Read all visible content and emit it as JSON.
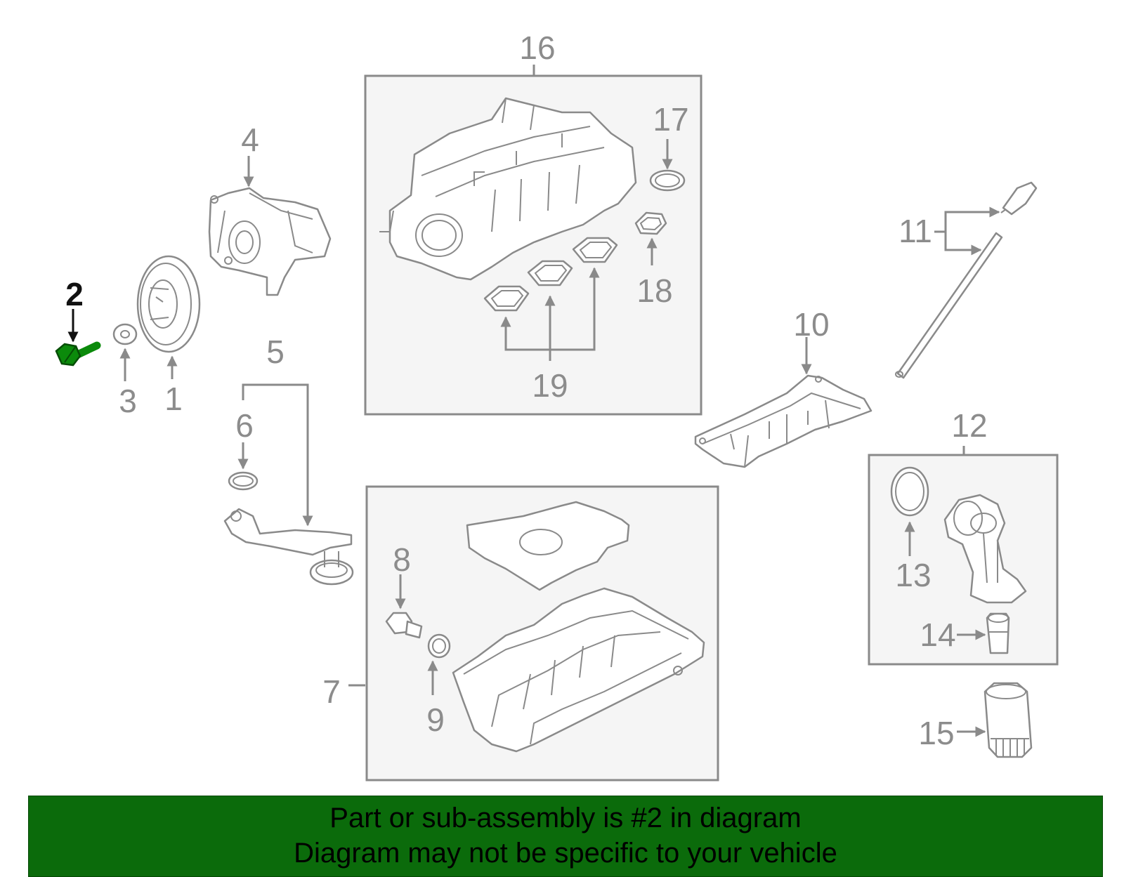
{
  "callouts": [
    "1",
    "2",
    "3",
    "4",
    "5",
    "6",
    "7",
    "8",
    "9",
    "10",
    "11",
    "12",
    "13",
    "14",
    "15",
    "16",
    "17",
    "18",
    "19"
  ],
  "highlight": {
    "callout": "2",
    "color": "#0b8a0b"
  },
  "banner": {
    "line1": "Part or sub-assembly is #2 in diagram",
    "line2": "Diagram may not be specific to your vehicle",
    "background": "#0b6b0b"
  }
}
